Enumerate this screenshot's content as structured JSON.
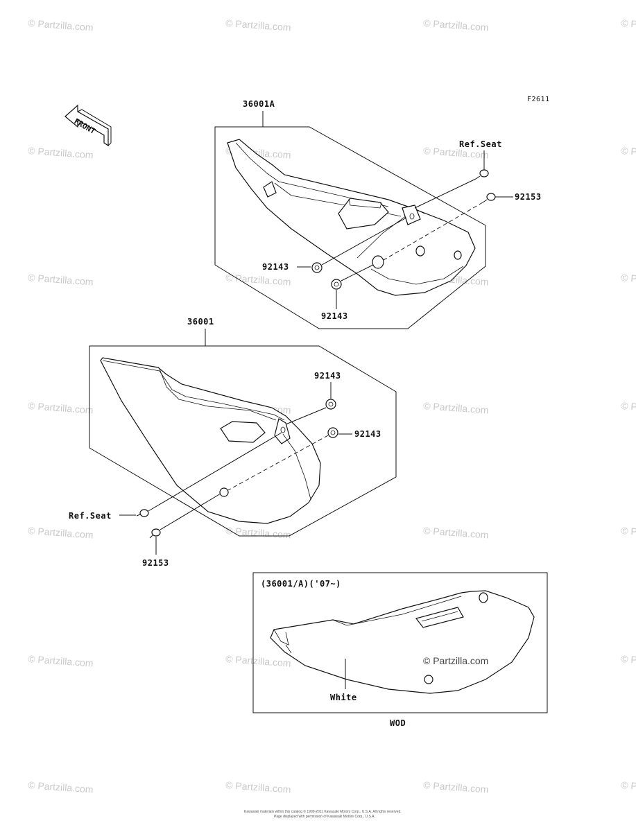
{
  "figure_code": "F2611",
  "front_arrow": {
    "label": "FRONT"
  },
  "group_upper": {
    "part_number": "36001A",
    "callouts": {
      "ref_seat": "Ref.Seat",
      "bolt": "92153",
      "collar_a": "92143",
      "collar_b": "92143"
    }
  },
  "group_lower": {
    "part_number": "36001",
    "callouts": {
      "collar_a": "92143",
      "collar_b": "92143",
      "ref_seat": "Ref.Seat",
      "bolt": "92153"
    }
  },
  "inset": {
    "title": "(36001/A)('07~)",
    "color_label": "White",
    "variant_code": "WOD",
    "watermark": "© Partzilla.com"
  },
  "watermark_text": "Partzilla.com",
  "copyright": {
    "line1": "Kawasaki materials within this catalog © 1999-2011 Kawasaki Motors Corp., U.S.A. All rights reserved.",
    "line2": "Page displayed with permission of Kawasaki Motors Corp., U.S.A."
  },
  "colors": {
    "line": "#111111",
    "watermark": "#c9c9c9",
    "background": "#ffffff"
  },
  "icons": {
    "front_arrow": "arrow-left-icon",
    "copyright_mark": "copyright-icon"
  }
}
